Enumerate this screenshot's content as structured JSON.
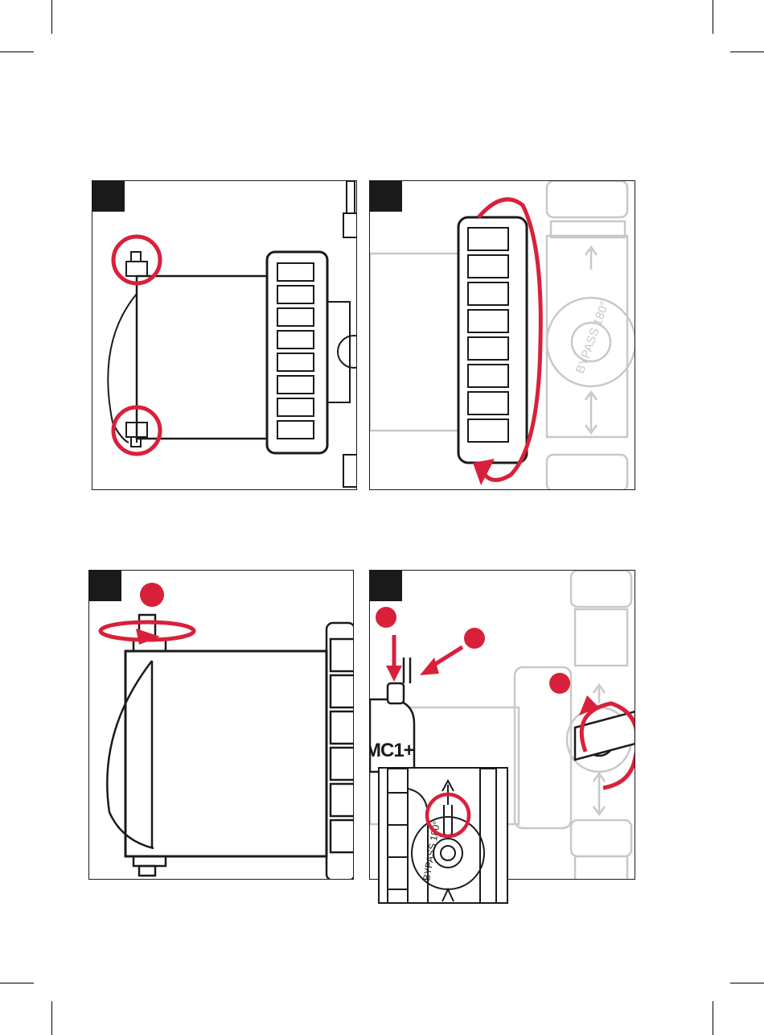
{
  "colors": {
    "accent_red": "#d9203a",
    "line_dark": "#1a1a1a",
    "line_light": "#c8c8c8",
    "step_box": "#1a1a1a"
  },
  "panels": [
    {
      "id": "step-1",
      "step_label": ""
    },
    {
      "id": "step-2",
      "step_label": ""
    },
    {
      "id": "step-3",
      "step_label": ""
    },
    {
      "id": "step-4",
      "step_label": "",
      "device_label": "MC1+",
      "bypass_text": "BYPASS 180°"
    }
  ],
  "icons": [
    "red-highlight-circle-icon",
    "red-rotate-arrow-icon",
    "red-pointer-arrow-icon",
    "flow-direction-arrow-icon"
  ]
}
